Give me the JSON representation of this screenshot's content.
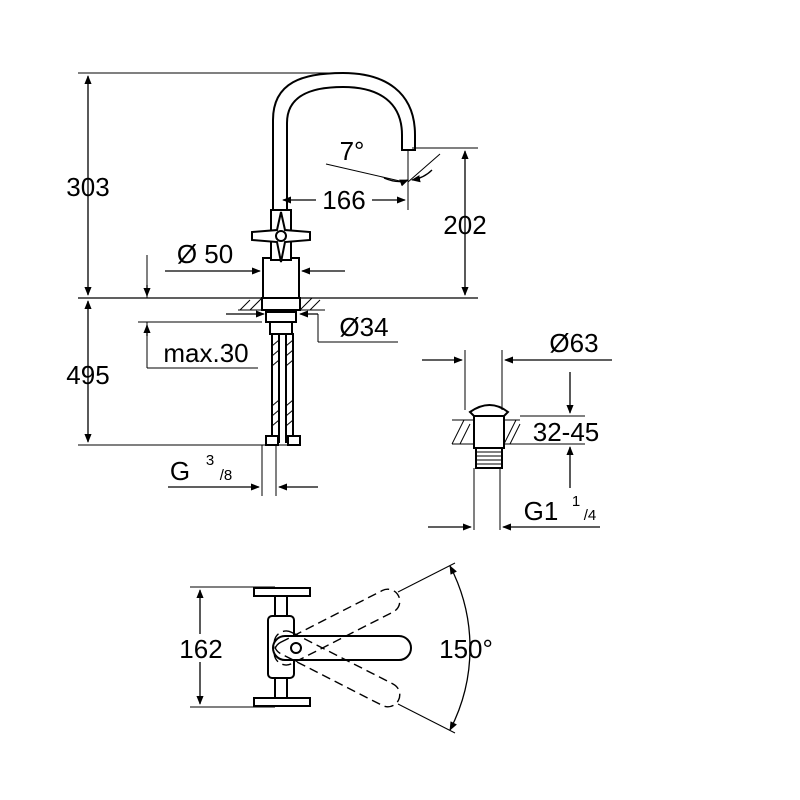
{
  "drawing": {
    "dimensions": {
      "total_height": "303",
      "spout_height": "202",
      "spout_reach": "166",
      "spout_angle": "7°",
      "body_diameter": "Ø 50",
      "mount_hole": "Ø34",
      "below_deck": "495",
      "max_deck": "max.30",
      "thread_main": "G",
      "thread_frac_num": "3",
      "thread_frac_den": "/8",
      "waste_diameter": "Ø63",
      "waste_deck": "32-45",
      "waste_thread": "G1",
      "waste_frac_num": "1",
      "waste_frac_den": "/4",
      "handle_span": "162",
      "swivel_angle": "150°"
    }
  }
}
